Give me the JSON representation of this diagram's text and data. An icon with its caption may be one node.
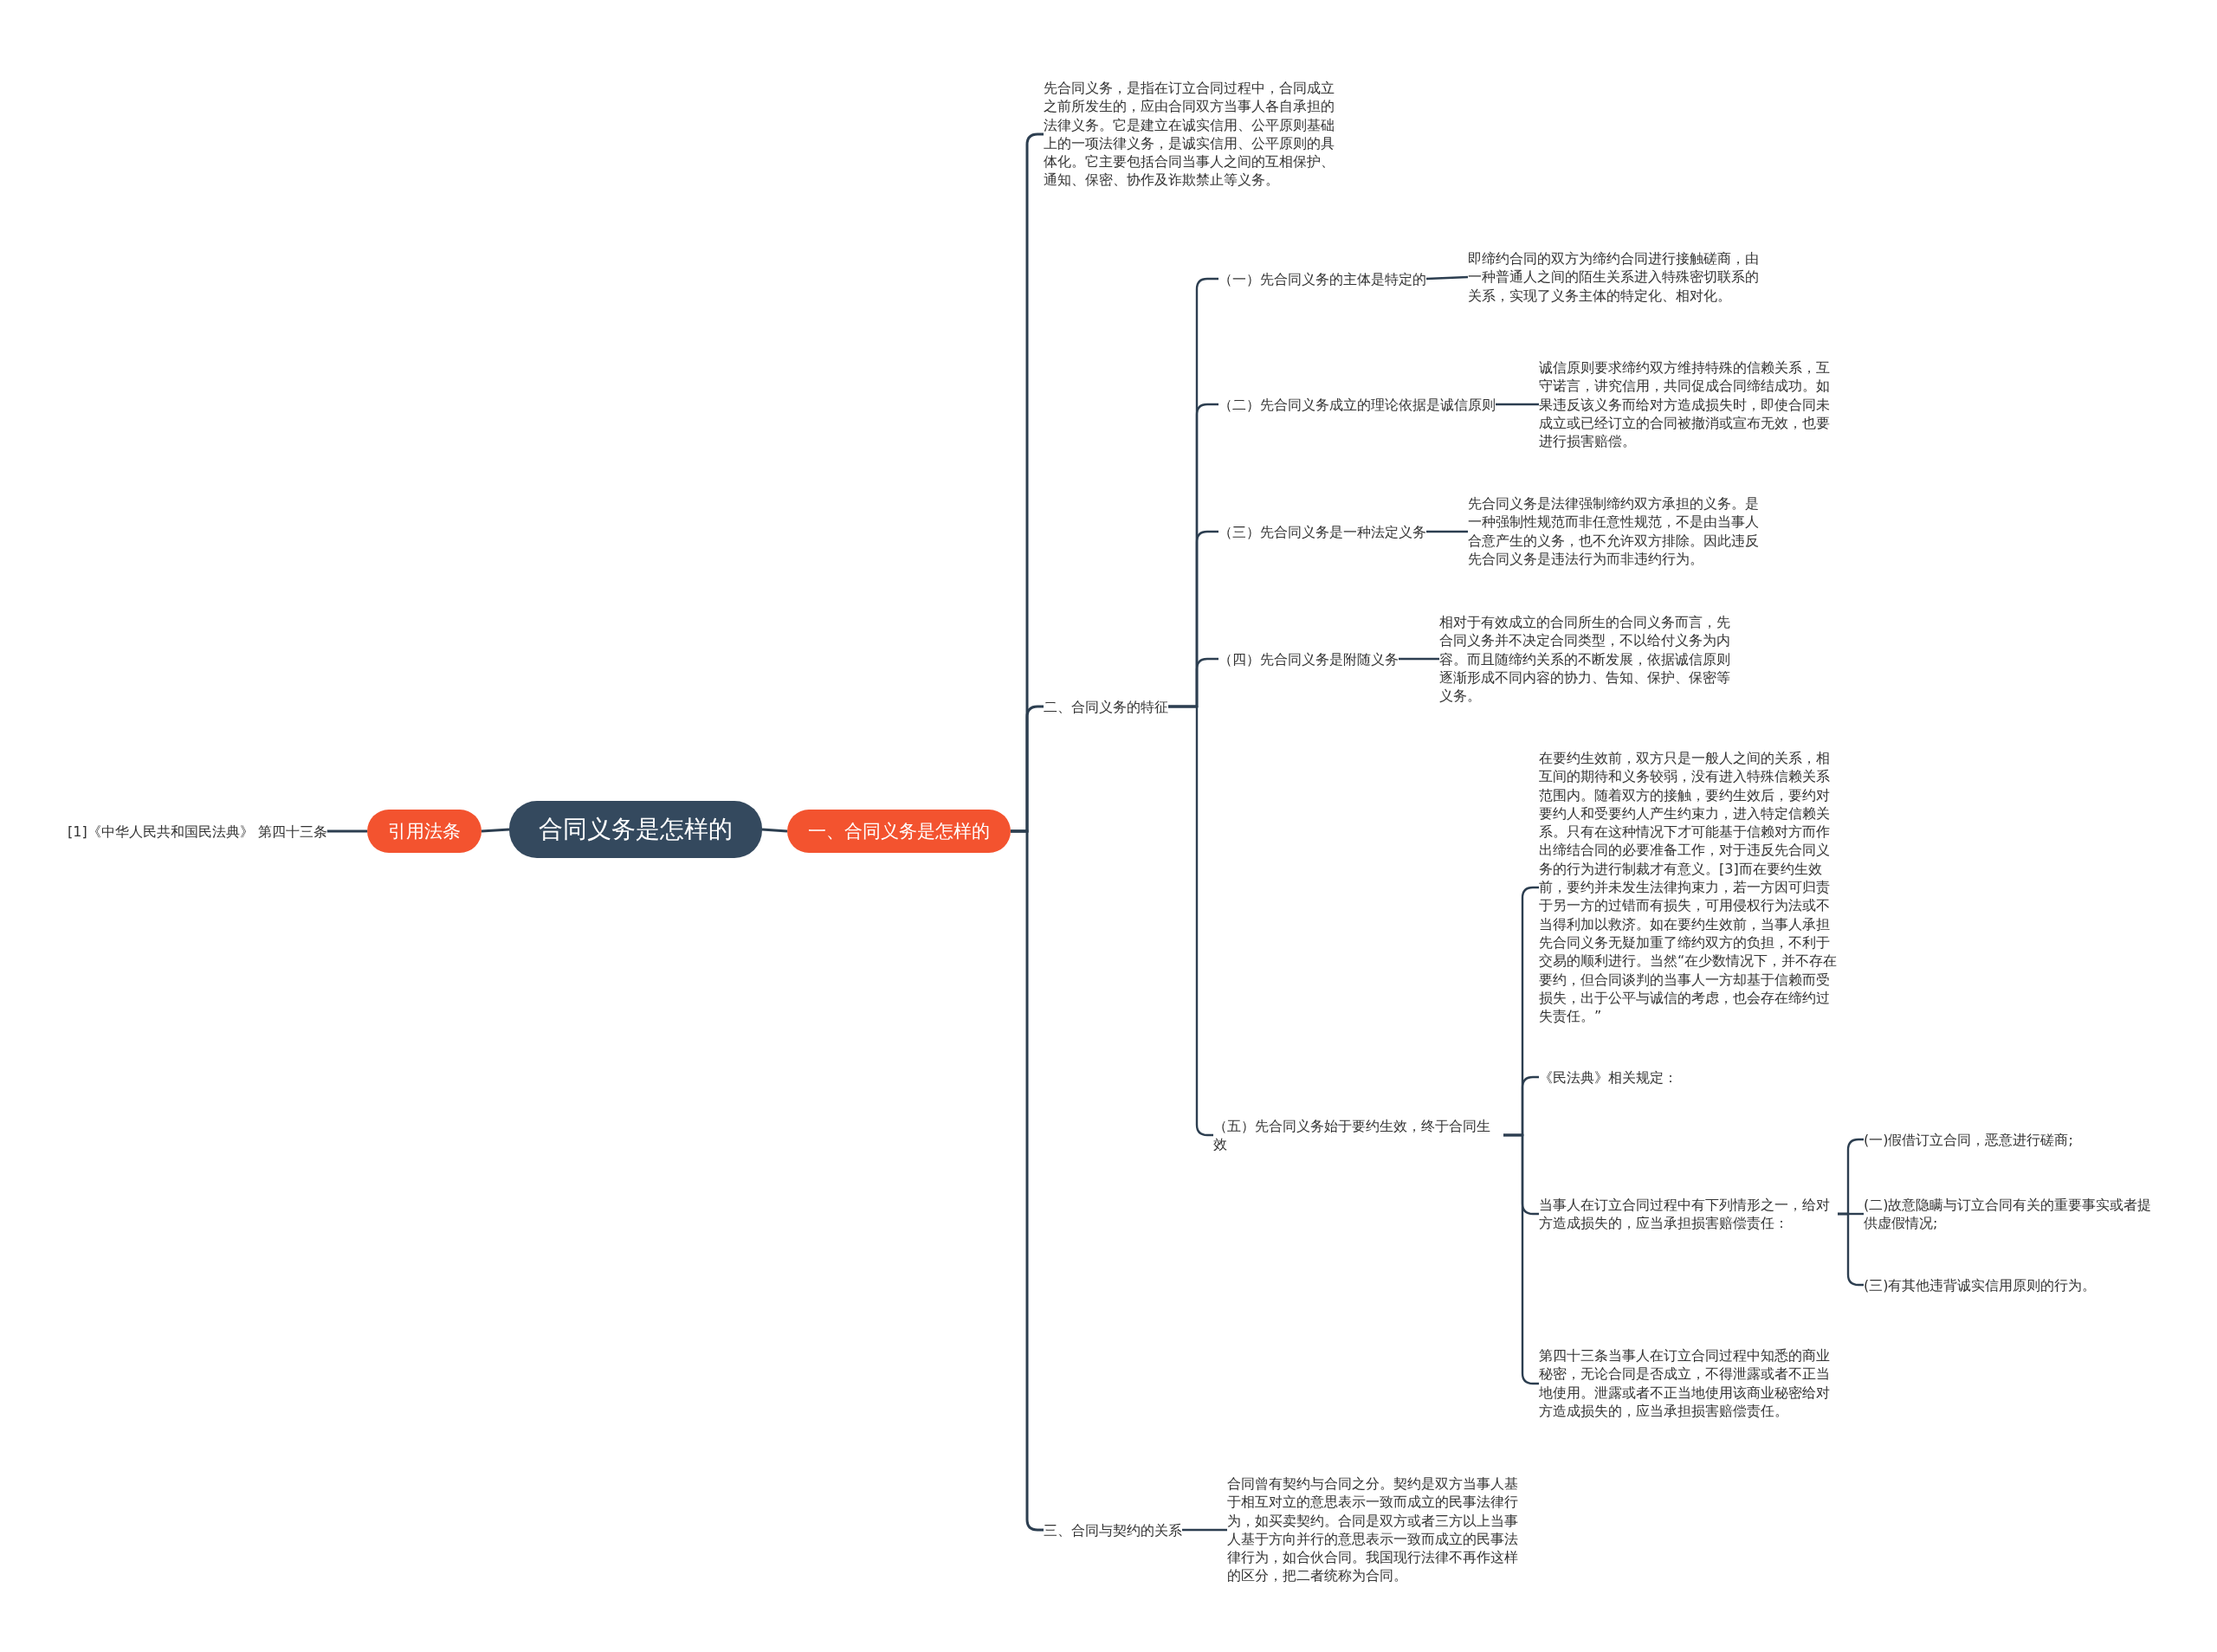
{
  "diagram": {
    "nodes": [
      {
        "text": [
          "合同义务是怎样的"
        ]
      },
      {
        "text": [
          "一、合同义务是怎样的"
        ]
      },
      {
        "text": [
          "先合同义务，是指在订立合同过程中，合同成立之前所发生的，应由合同双方当事人各自承担的法律义务。它是建立在诚实信用、公平原则基础上的一项法律义务，是诚实信用、公平原则的具体化。它主要包括合同当事人之间的互相保护、通知、保密、协作及诈欺禁止等义务。"
        ]
      },
      {
        "text": [
          "二、合同义务的特征"
        ]
      },
      {
        "text": [
          "（一）先合同义务的主体是特定的"
        ]
      },
      {
        "text": [
          "即缔约合同的双方为缔约合同进行接触磋商，由一种普通人之间的陌生关系进入特殊密切联系的关系，实现了义务主体的特定化、相对化。"
        ]
      },
      {
        "text": [
          "（二）先合同义务成立的理论依据是诚信原则"
        ]
      },
      {
        "text": [
          "诚信原则要求缔约双方维持特殊的信赖关系，互守诺言，讲究信用，共同促成合同缔结成功。如果违反该义务而给对方造成损失时，即使合同未成立或已经订立的合同被撤消或宣布无效，也要进行损害赔偿。"
        ]
      },
      {
        "text": [
          "（三）先合同义务是一种法定义务"
        ]
      },
      {
        "text": [
          "先合同义务是法律强制缔约双方承担的义务。是一种强制性规范而非任意性规范，不是由当事人合意产生的义务，也不允许双方排除。因此违反先合同义务是违法行为而非违约行为。"
        ]
      },
      {
        "text": [
          "（四）先合同义务是附随义务"
        ]
      },
      {
        "text": [
          "相对于有效成立的合同所生的合同义务而言，先合同义务并不决定合同类型，不以给付义务为内容。而且随缔约关系的不断发展，依据诚信原则逐渐形成不同内容的协力、告知、保护、保密等义务。"
        ]
      },
      {
        "text": [
          "（五）先合同义务始于要约生效，终于合同生效"
        ]
      },
      {
        "text": [
          "在要约生效前，双方只是一般人之间的关系，相互间的期待和义务较弱，没有进入特殊信赖关系范围内。随着双方的接触，要约生效后，要约对要约人和受要约人产生约束力，进入特定信赖关系。只有在这种情况下才可能基于信赖对方而作出缔结合同的必要准备工作，对于违反先合同义务的行为进行制裁才有意义。[3]而在要约生效前，要约并未发生法律拘束力，若一方因可归责于另一方的过错而有损失，可用侵权行为法或不当得利加以救济。如在要约生效前，当事人承担先合同义务无疑加重了缔约双方的负担，不利于交易的顺利进行。当然“在少数情况下，并不存在要约，但合同谈判的当事人一方却基于信赖而受损失，出于公平与诚信的考虑，也会存在缔约过失责任。”"
        ]
      },
      {
        "text": [
          "《民法典》相关规定："
        ]
      },
      {
        "text": [
          "当事人在订立合同过程中有下列情形之一，给对方造成损失的，应当承担损害赔偿责任："
        ]
      },
      {
        "text": [
          "(一)假借订立合同，恶意进行磋商;"
        ]
      },
      {
        "text": [
          "(二)故意隐瞒与订立合同有关的重要事实或者提供虚假情况;"
        ]
      },
      {
        "text": [
          "(三)有其他违背诚实信用原则的行为。"
        ]
      },
      {
        "text": [
          "第四十三条当事人在订立合同过程中知悉的商业秘密，无论合同是否成立，不得泄露或者不正当地使用。泄露或者不正当地使用该商业秘密给对方造成损失的，应当承担损害赔偿责任。"
        ]
      },
      {
        "text": [
          "三、合同与契约的关系"
        ]
      },
      {
        "text": [
          "合同曾有契约与合同之分。契约是双方当事人基于相互对立的意思表示一致而成立的民事法律行为，如买卖契约。合同是双方或者三方以上当事人基于方向并行的意思表示一致而成立的民事法律行为，如合伙合同。我国现行法律不再作这样的区分，把二者统称为合同。"
        ]
      },
      {
        "text": [
          "引用法条"
        ]
      },
      {
        "text": [
          "[1]《中华人民共和国民法典》 第四十三条"
        ]
      }
    ],
    "edges": [
      {
        "from": 0,
        "to": 1,
        "arrow": "none"
      },
      {
        "from": 1,
        "to": 2,
        "arrow": "none"
      },
      {
        "from": 1,
        "to": 3,
        "arrow": "none"
      },
      {
        "from": 1,
        "to": 20,
        "arrow": "none"
      },
      {
        "from": 3,
        "to": 4,
        "arrow": "none"
      },
      {
        "from": 3,
        "to": 6,
        "arrow": "none"
      },
      {
        "from": 3,
        "to": 8,
        "arrow": "none"
      },
      {
        "from": 3,
        "to": 10,
        "arrow": "none"
      },
      {
        "from": 3,
        "to": 12,
        "arrow": "none"
      },
      {
        "from": 4,
        "to": 5,
        "arrow": "none"
      },
      {
        "from": 6,
        "to": 7,
        "arrow": "none"
      },
      {
        "from": 8,
        "to": 9,
        "arrow": "none"
      },
      {
        "from": 10,
        "to": 11,
        "arrow": "none"
      },
      {
        "from": 12,
        "to": 13,
        "arrow": "none"
      },
      {
        "from": 12,
        "to": 14,
        "arrow": "none"
      },
      {
        "from": 12,
        "to": 15,
        "arrow": "none"
      },
      {
        "from": 12,
        "to": 19,
        "arrow": "none"
      },
      {
        "from": 15,
        "to": 16,
        "arrow": "none"
      },
      {
        "from": 15,
        "to": 17,
        "arrow": "none"
      },
      {
        "from": 15,
        "to": 18,
        "arrow": "none"
      },
      {
        "from": 20,
        "to": 21,
        "arrow": "none"
      },
      {
        "from": 0,
        "to": 22,
        "arrow": "none"
      },
      {
        "from": 22,
        "to": 23,
        "arrow": "none"
      }
    ]
  }
}
